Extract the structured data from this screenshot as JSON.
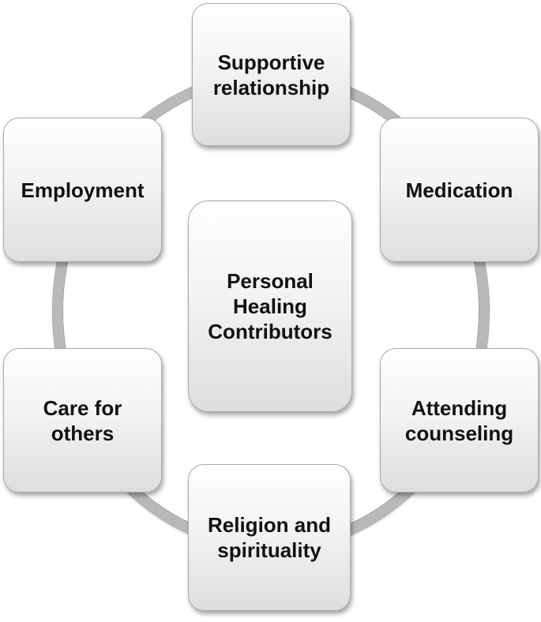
{
  "diagram": {
    "center": "Personal\nHealing\nContributors",
    "nodes": {
      "top": "Supportive\nrelationship",
      "right_top": "Medication",
      "right_bottom": "Attending\ncounseling",
      "bottom": "Religion and\nspirituality",
      "left_bottom": "Care for\nothers",
      "left_top": "Employment"
    }
  },
  "colors": {
    "ring": "#b9b9b9",
    "node_border": "#a9a9a9",
    "node_top": "#ffffff",
    "node_bottom": "#dedede",
    "text": "#111111"
  }
}
